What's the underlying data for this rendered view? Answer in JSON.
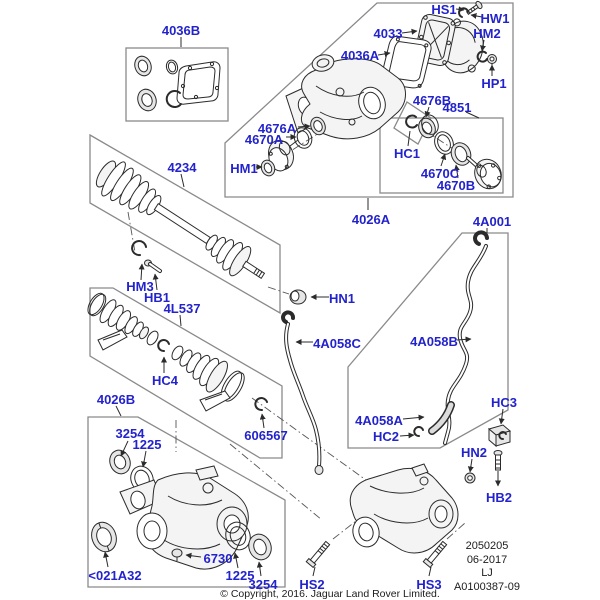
{
  "labels": {
    "b4036B": "4036B",
    "hs1": "HS1",
    "hw1": "HW1",
    "hm2": "HM2",
    "hp1": "HP1",
    "p4033": "4033",
    "p4036A": "4036A",
    "p4676A": "4676A",
    "p4670A": "4670A",
    "hm1": "HM1",
    "p4676B": "4676B",
    "hc1": "HC1",
    "p4851": "4851",
    "p4670C": "4670C",
    "p4670B": "4670B",
    "p4026A": "4026A",
    "p4234": "4234",
    "hm3": "HM3",
    "hb1": "HB1",
    "p4L537": "4L537",
    "hc4": "HC4",
    "p606567": "606567",
    "hn1": "HN1",
    "p4A058C": "4A058C",
    "p4A058B": "4A058B",
    "p4A001": "4A001",
    "p4A058A": "4A058A",
    "hc2": "HC2",
    "hc3": "HC3",
    "hn2": "HN2",
    "hb2": "HB2",
    "p4026B": "4026B",
    "p3254": "3254",
    "p1225": "1225",
    "p021A32": "<021A32",
    "p6730": "6730",
    "hs2": "HS2",
    "hs3": "HS3"
  },
  "info_box": {
    "line1": "2050205",
    "line2": "06-2017",
    "line3": "LJ",
    "line4": "A0100387-09"
  },
  "footer": {
    "copyright": "© Copyright, 2016. Jaguar Land Rover Limited."
  },
  "colors": {
    "label_blue": "#2323cc",
    "line_dark": "#2b2b2b",
    "box_gray": "#8a8a8a",
    "background": "#ffffff"
  }
}
